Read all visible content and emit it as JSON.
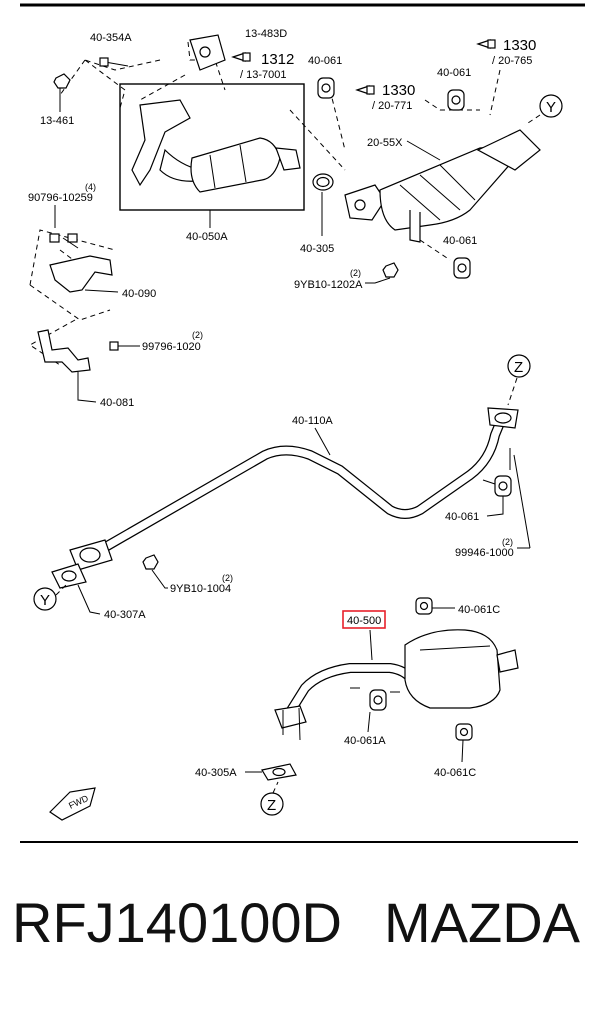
{
  "callouts": {
    "c40_354A": "40-354A",
    "c13_483D": "13-483D",
    "c1312": "1312",
    "c13_7001": "/ 13-7001",
    "c40_061_top": "40-061",
    "c1330_a": "1330",
    "c20_765": "/ 20-765",
    "c40_061_right": "40-061",
    "c1330_b": "1330",
    "c20_771": "/ 20-771",
    "c13_461": "13-461",
    "c20_55X": "20-55X",
    "c90796_qty": "(4)",
    "c90796": "90796-10259",
    "c40_050A": "40-050A",
    "c40_305": "40-305",
    "c40_061_low": "40-061",
    "c9YB10_1202A_qty": "(2)",
    "c9YB10_1202A": "9YB10-1202A",
    "c40_090": "40-090",
    "c99796_qty": "(2)",
    "c99796": "99796-1020",
    "c40_081": "40-081",
    "c40_110A": "40-110A",
    "c40_061_mid": "40-061",
    "c99946_qty": "(2)",
    "c99946": "99946-1000",
    "c9YB10_1004_qty": "(2)",
    "c9YB10_1004": "9YB10-1004",
    "c40_307A": "40-307A",
    "c40_500": "40-500",
    "c40_061C_top": "40-061C",
    "c40_061A": "40-061A",
    "c40_305A": "40-305A",
    "c40_061C_low": "40-061C",
    "ref_Y_top": "Y",
    "ref_Z_mid": "Z",
    "ref_Y_left": "Y",
    "ref_Z_bottom": "Z",
    "fwd": "FWD"
  },
  "highlight_color": "#e8212b",
  "footer": {
    "part_number": "RFJ140100D",
    "brand": "MAZDA"
  }
}
